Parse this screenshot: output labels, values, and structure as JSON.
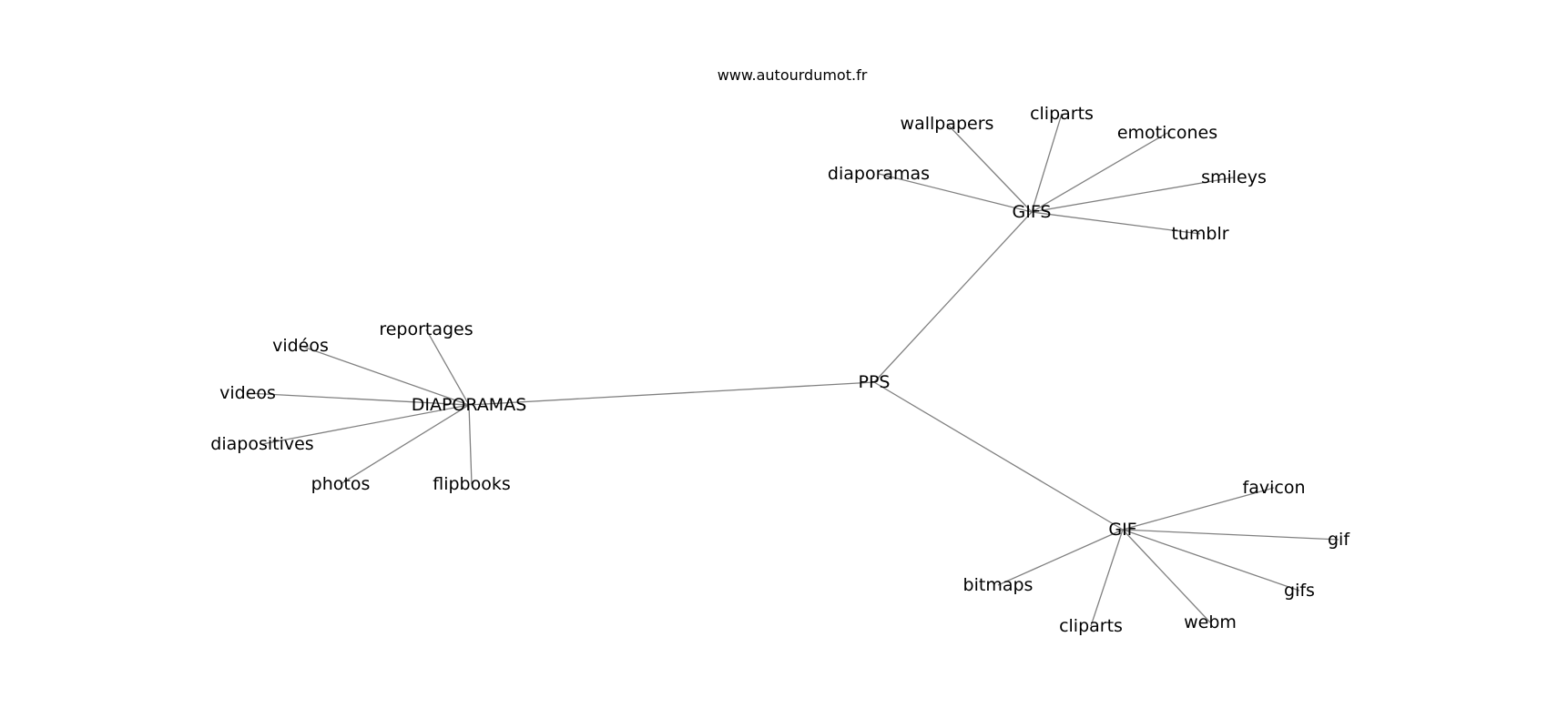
{
  "header": {
    "site": "www.autourdumot.fr"
  },
  "colors": {
    "edge": "#808080",
    "text": "#000000",
    "background": "#ffffff"
  },
  "graph": {
    "nodes": [
      {
        "id": "pps",
        "label": "PPS"
      },
      {
        "id": "gifs",
        "label": "GIFS"
      },
      {
        "id": "diaporamas_hub",
        "label": "DIAPORAMAS"
      },
      {
        "id": "gif",
        "label": "GIF"
      },
      {
        "id": "wallpapers",
        "label": "wallpapers"
      },
      {
        "id": "cliparts_gifs",
        "label": "cliparts"
      },
      {
        "id": "emoticones",
        "label": "emoticones"
      },
      {
        "id": "smileys",
        "label": "smileys"
      },
      {
        "id": "tumblr",
        "label": "tumblr"
      },
      {
        "id": "diaporamas_leaf",
        "label": "diaporamas"
      },
      {
        "id": "reportages",
        "label": "reportages"
      },
      {
        "id": "videos_accent",
        "label": "vidéos"
      },
      {
        "id": "videos",
        "label": "videos"
      },
      {
        "id": "diapositives",
        "label": "diapositives"
      },
      {
        "id": "photos",
        "label": "photos"
      },
      {
        "id": "flipbooks",
        "label": "flipbooks"
      },
      {
        "id": "favicon",
        "label": "favicon"
      },
      {
        "id": "gif_leaf",
        "label": "gif"
      },
      {
        "id": "gifs_leaf",
        "label": "gifs"
      },
      {
        "id": "webm",
        "label": "webm"
      },
      {
        "id": "cliparts_gif",
        "label": "cliparts"
      },
      {
        "id": "bitmaps",
        "label": "bitmaps"
      }
    ],
    "edges": [
      [
        "pps",
        "gifs"
      ],
      [
        "pps",
        "diaporamas_hub"
      ],
      [
        "pps",
        "gif"
      ],
      [
        "gifs",
        "wallpapers"
      ],
      [
        "gifs",
        "cliparts_gifs"
      ],
      [
        "gifs",
        "emoticones"
      ],
      [
        "gifs",
        "smileys"
      ],
      [
        "gifs",
        "tumblr"
      ],
      [
        "gifs",
        "diaporamas_leaf"
      ],
      [
        "diaporamas_hub",
        "reportages"
      ],
      [
        "diaporamas_hub",
        "videos_accent"
      ],
      [
        "diaporamas_hub",
        "videos"
      ],
      [
        "diaporamas_hub",
        "diapositives"
      ],
      [
        "diaporamas_hub",
        "photos"
      ],
      [
        "diaporamas_hub",
        "flipbooks"
      ],
      [
        "gif",
        "favicon"
      ],
      [
        "gif",
        "gif_leaf"
      ],
      [
        "gif",
        "gifs_leaf"
      ],
      [
        "gif",
        "webm"
      ],
      [
        "gif",
        "cliparts_gif"
      ],
      [
        "gif",
        "bitmaps"
      ]
    ]
  }
}
